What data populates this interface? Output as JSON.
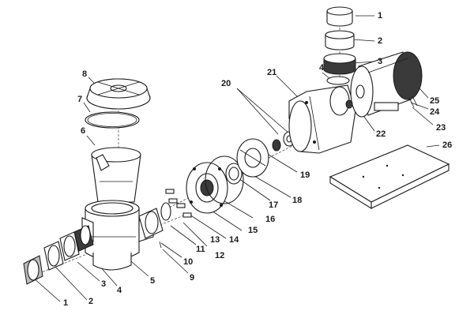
{
  "callouts": [
    "1",
    "2",
    "3",
    "4",
    "5",
    "6",
    "7",
    "8",
    "9",
    "10",
    "11",
    "12",
    "13",
    "14",
    "15",
    "16",
    "17",
    "18",
    "19",
    "20",
    "21",
    "22",
    "23",
    "24",
    "25",
    "26"
  ],
  "colors": {
    "line": "#1a1a1a",
    "background": "#ffffff",
    "shade": "#3a3a3a"
  }
}
